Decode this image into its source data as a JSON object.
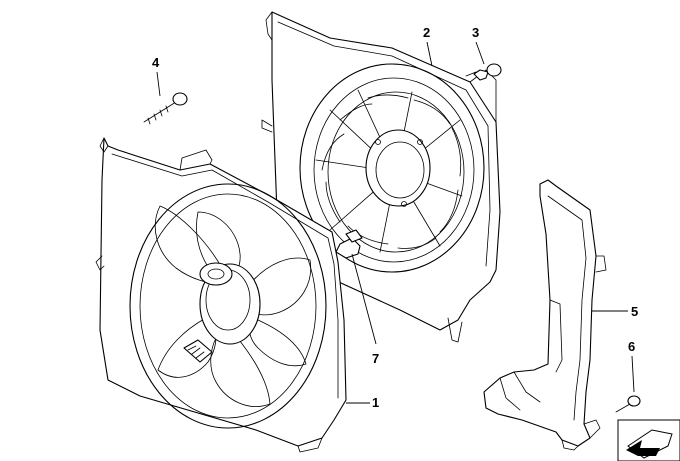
{
  "callouts": {
    "c1": "1",
    "c2": "2",
    "c3": "3",
    "c4": "4",
    "c5": "5",
    "c6": "6",
    "c7": "7"
  },
  "colors": {
    "line": "#000000",
    "background": "#ffffff"
  },
  "icons": {
    "corner": "catalog-arrow-icon"
  }
}
